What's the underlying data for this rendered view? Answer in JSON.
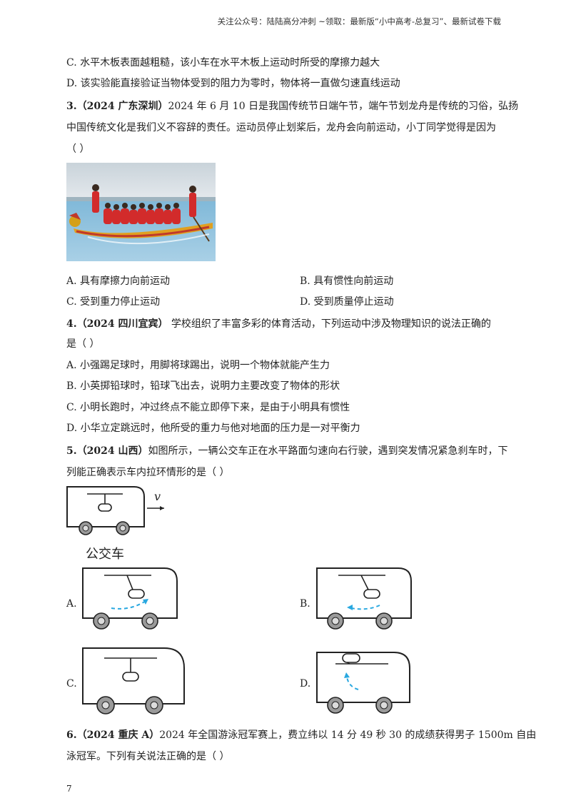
{
  "header": {
    "text": "关注公众号：陆陆高分冲刺  ~领取：最新版“小中高考-总复习”、最新试卷下载"
  },
  "prev_question": {
    "option_c": "C.  水平木板表面越粗糙，该小车在水平木板上运动时所受的摩擦力越大",
    "option_d": "D.  该实验能直接验证当物体受到的阻力为零时，物体将一直做匀速直线运动"
  },
  "q3": {
    "number": "3.",
    "tag": "（2024 广东深圳）",
    "line1": "2024 年 6 月  10 日是我国传统节日端午节，端午节划龙舟是传统的习俗，弘扬",
    "line2": "中国传统文化是我们义不容辞的责任。运动员停止划桨后，龙舟会向前运动，小丁同学觉得是因为",
    "line3": "（        ）",
    "options": {
      "a": "A.  具有摩擦力向前运动",
      "b": "B.  具有惯性向前运动",
      "c": "C.  受到重力停止运动",
      "d": "D.  受到质量停止运动"
    }
  },
  "q4": {
    "number": "4.",
    "tag": "（2024 四川宜宾）",
    "line1": "  学校组织了丰富多彩的体育活动，下列运动中涉及物理知识的说法正确的",
    "line2": "是（        ）",
    "options": {
      "a": "A.  小强踢足球时，用脚将球踢出，说明一个物体就能产生力",
      "b": "B.  小英掷铅球时，铅球飞出去，说明力主要改变了物体的形状",
      "c": "C.  小明长跑时，冲过终点不能立即停下来，是由于小明具有惯性",
      "d": "D.  小华立定跳远时，他所受的重力与他对地面的压力是一对平衡力"
    }
  },
  "q5": {
    "number": "5.",
    "tag": "（2024 山西）",
    "line1": "如图所示，一辆公交车正在水平路面匀速向右行驶，遇到突发情况紧急刹车时，下",
    "line2": "列能正确表示车内拉环情形的是（        ）",
    "velocity_label": "v",
    "bus_label": "公交车",
    "option_labels": {
      "a": "A.",
      "b": "B.",
      "c": "C.",
      "d": "D."
    }
  },
  "q6": {
    "number": "6.",
    "tag": "（2024 重庆 A）",
    "line1": "2024 年全国游泳冠军赛上，费立纬以 14 分 49 秒 30 的成绩获得男子 1500m 自由",
    "line2": "泳冠军。下列有关说法正确的是（        ）"
  },
  "page_number": "7",
  "colors": {
    "arrow": "#29a8e0",
    "text": "#222222"
  }
}
